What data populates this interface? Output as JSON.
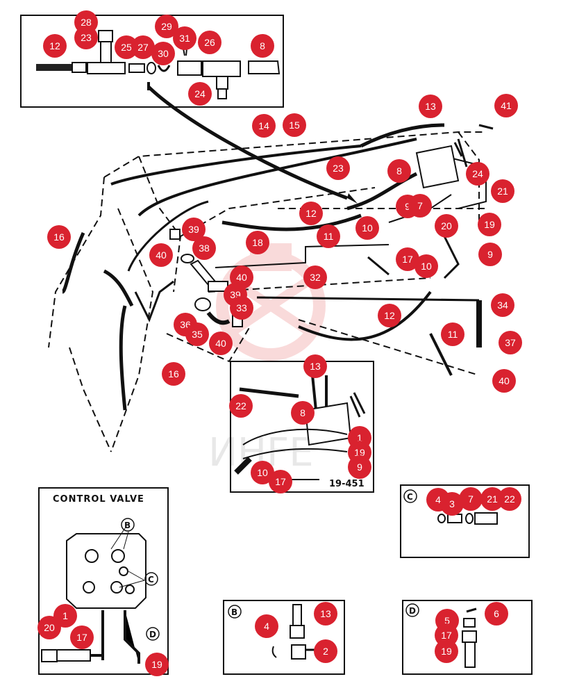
{
  "figure_id": "19-451",
  "callout_color": "#d9222f",
  "watermark_text": "ИНFE",
  "insets": {
    "control_valve": {
      "title": "CONTROL VALVE",
      "port_b": "B",
      "port_c": "C",
      "port_d": "D"
    },
    "b": {
      "letter": "B"
    },
    "c": {
      "letter": "C"
    },
    "d": {
      "letter": "D"
    }
  },
  "callouts": [
    {
      "label": "12"
    },
    {
      "label": "23"
    },
    {
      "label": "28"
    },
    {
      "label": "29"
    },
    {
      "label": "25"
    },
    {
      "label": "27"
    },
    {
      "label": "30"
    },
    {
      "label": "31"
    },
    {
      "label": "26"
    },
    {
      "label": "8"
    },
    {
      "label": "24"
    },
    {
      "label": "14"
    },
    {
      "label": "15"
    },
    {
      "label": "13"
    },
    {
      "label": "41"
    },
    {
      "label": "23"
    },
    {
      "label": "8"
    },
    {
      "label": "24"
    },
    {
      "label": "21"
    },
    {
      "label": "12"
    },
    {
      "label": "9"
    },
    {
      "label": "7"
    },
    {
      "label": "11"
    },
    {
      "label": "10"
    },
    {
      "label": "20"
    },
    {
      "label": "19"
    },
    {
      "label": "16"
    },
    {
      "label": "39"
    },
    {
      "label": "38"
    },
    {
      "label": "40"
    },
    {
      "label": "18"
    },
    {
      "label": "17"
    },
    {
      "label": "10"
    },
    {
      "label": "9"
    },
    {
      "label": "40"
    },
    {
      "label": "32"
    },
    {
      "label": "39"
    },
    {
      "label": "33"
    },
    {
      "label": "36"
    },
    {
      "label": "35"
    },
    {
      "label": "40"
    },
    {
      "label": "12"
    },
    {
      "label": "34"
    },
    {
      "label": "11"
    },
    {
      "label": "37"
    },
    {
      "label": "16"
    },
    {
      "label": "40"
    },
    {
      "label": "13"
    },
    {
      "label": "22"
    },
    {
      "label": "8"
    },
    {
      "label": "1"
    },
    {
      "label": "19"
    },
    {
      "label": "9"
    },
    {
      "label": "10"
    },
    {
      "label": "17"
    },
    {
      "label": "4"
    },
    {
      "label": "3"
    },
    {
      "label": "7"
    },
    {
      "label": "21"
    },
    {
      "label": "22"
    },
    {
      "label": "1"
    },
    {
      "label": "20"
    },
    {
      "label": "17"
    },
    {
      "label": "19"
    },
    {
      "label": "13"
    },
    {
      "label": "4"
    },
    {
      "label": "2"
    },
    {
      "label": "6"
    },
    {
      "label": "5"
    },
    {
      "label": "17"
    },
    {
      "label": "19"
    }
  ]
}
